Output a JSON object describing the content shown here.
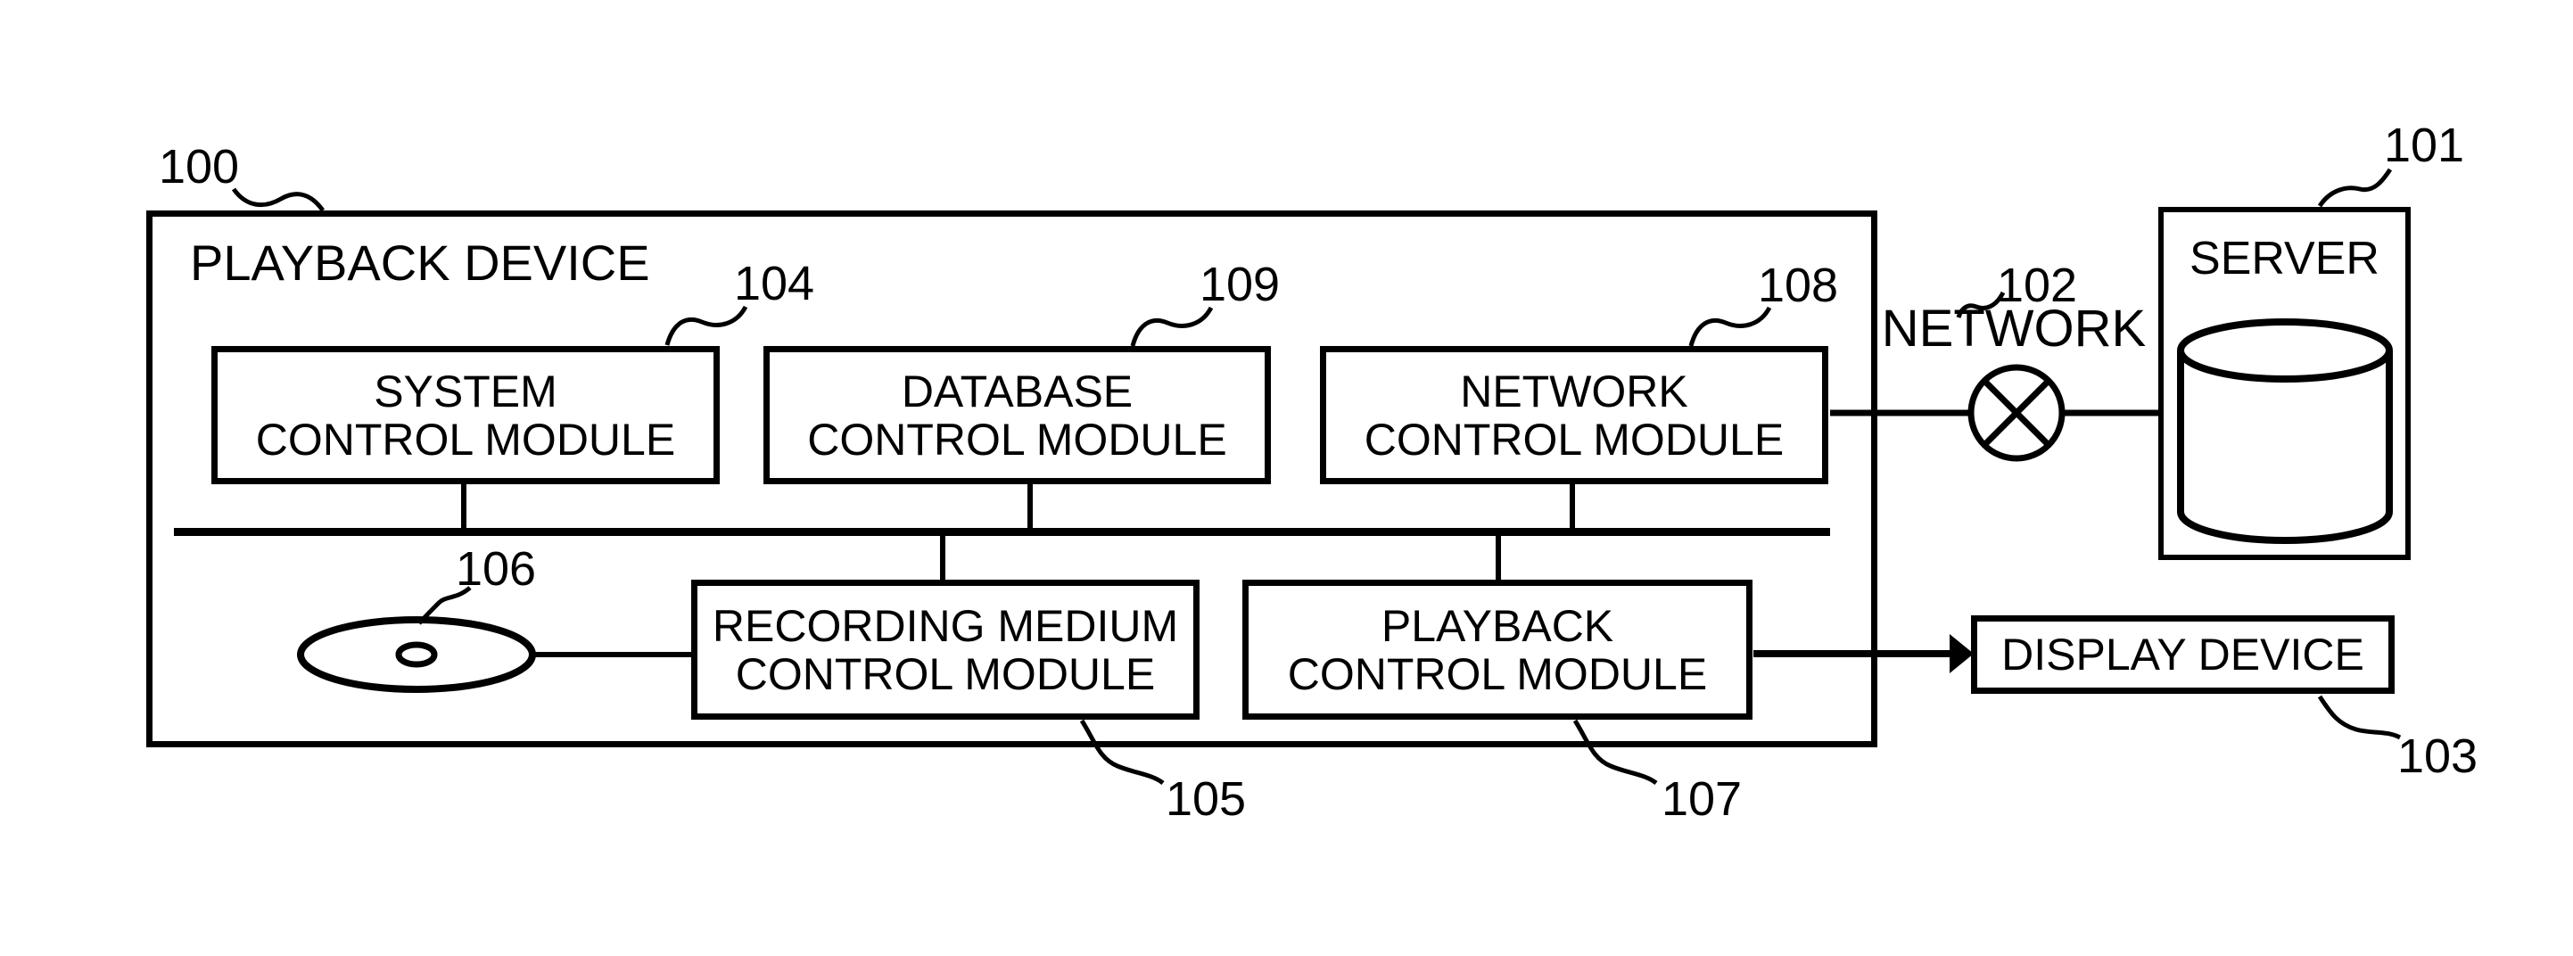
{
  "diagram": {
    "playback_device": {
      "title": "PLAYBACK DEVICE",
      "ref": "100"
    },
    "modules": {
      "system": {
        "line1": "SYSTEM",
        "line2": "CONTROL MODULE",
        "ref": "104"
      },
      "database": {
        "line1": "DATABASE",
        "line2": "CONTROL MODULE",
        "ref": "109"
      },
      "network": {
        "line1": "NETWORK",
        "line2": "CONTROL MODULE",
        "ref": "108"
      },
      "recording_medium": {
        "line1": "RECORDING MEDIUM",
        "line2": "CONTROL MODULE",
        "ref": "105"
      },
      "playback": {
        "line1": "PLAYBACK",
        "line2": "CONTROL MODULE",
        "ref": "107"
      }
    },
    "external": {
      "network_cloud": {
        "label": "NETWORK",
        "ref": "102"
      },
      "server": {
        "label": "SERVER",
        "ref": "101"
      },
      "display_device": {
        "label": "DISPLAY DEVICE",
        "ref": "103"
      },
      "recording_disc": {
        "ref": "106"
      }
    },
    "icons": {
      "disc": "optical-disc-icon",
      "server_storage": "database-cylinder-icon",
      "network_node": "circled-x-network-icon"
    },
    "colors": {
      "ink": "#000000",
      "paper": "#ffffff"
    }
  }
}
